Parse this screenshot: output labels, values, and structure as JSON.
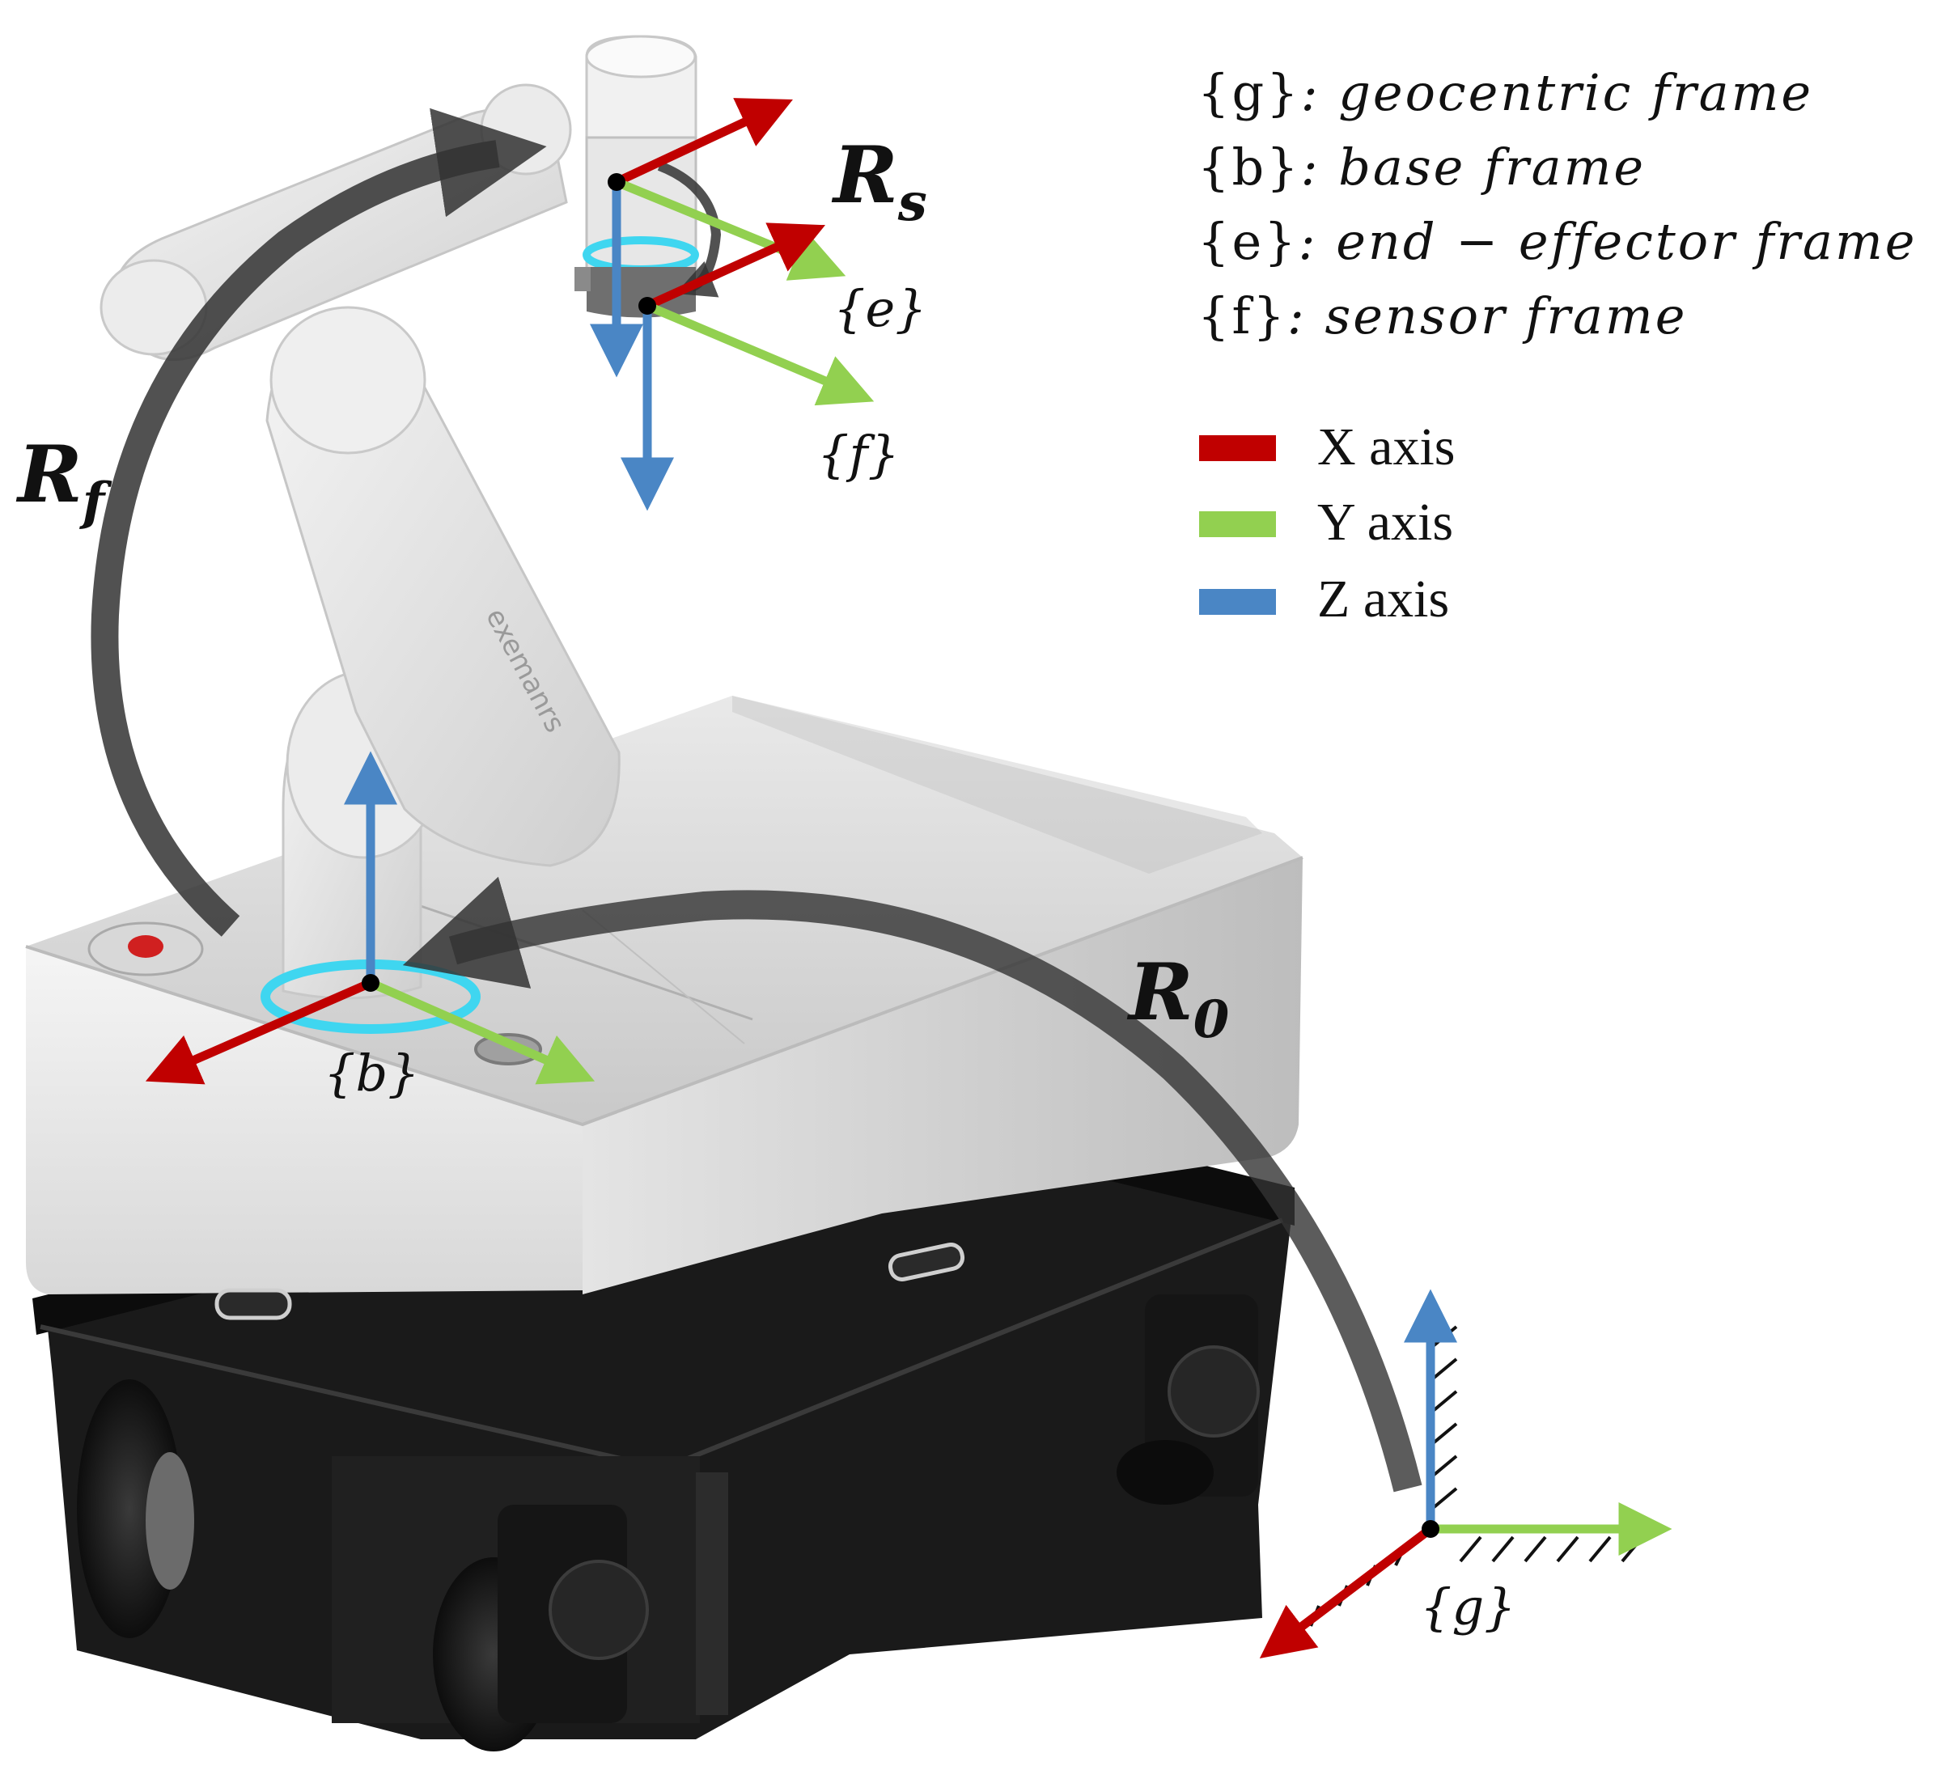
{
  "legend": {
    "frames": [
      {
        "key": "{g}",
        "desc": ": geocentric frame"
      },
      {
        "key": "{b}",
        "desc": ": base frame"
      },
      {
        "key": "{e}",
        "desc": ": end − effector frame"
      },
      {
        "key": "{f}",
        "desc": ": sensor frame"
      }
    ],
    "axes": [
      {
        "label": "X axis",
        "color": "#c00000"
      },
      {
        "label": "Y axis",
        "color": "#92d050"
      },
      {
        "label": "Z axis",
        "color": "#4a86c5"
      }
    ]
  },
  "frame_labels": {
    "e": "{e}",
    "f": "{f}",
    "b": "{b}",
    "g": "{g}"
  },
  "rotations": {
    "s": {
      "base": "R",
      "sub": "s"
    },
    "f": {
      "base": "R",
      "sub": "f"
    },
    "zero": {
      "base": "R",
      "sub": "0"
    }
  },
  "brand_text": "exemanrs",
  "colors": {
    "x_axis": "#c00000",
    "y_axis": "#92d050",
    "z_axis": "#4a86c5",
    "arrow_dark": "#333333",
    "ring_cyan": "#3fd6f0"
  }
}
